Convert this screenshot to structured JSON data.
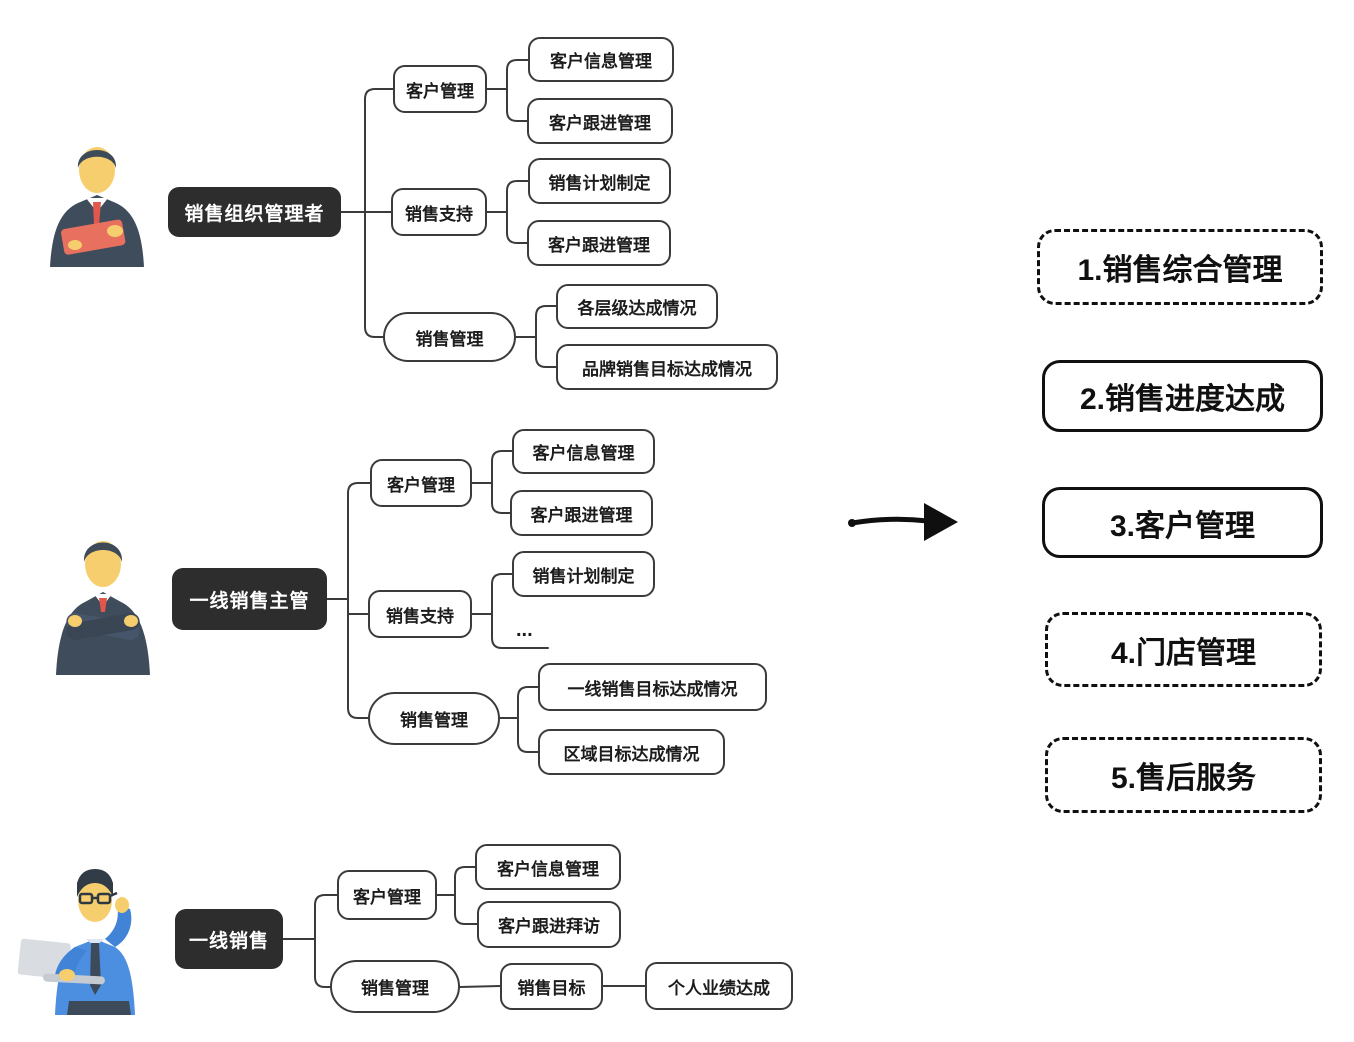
{
  "diagram": {
    "trees": [
      {
        "role": "销售组织管理者",
        "persona": "manager-with-tablet",
        "branches": [
          {
            "label": "客户管理",
            "children": [
              "客户信息管理",
              "客户跟进管理"
            ]
          },
          {
            "label": "销售支持",
            "children": [
              "销售计划制定",
              "客户跟进管理"
            ]
          },
          {
            "label": "销售管理",
            "children": [
              "各层级达成情况",
              "品牌销售目标达成情况"
            ]
          }
        ]
      },
      {
        "role": "一线销售主管",
        "persona": "supervisor-arms-crossed",
        "branches": [
          {
            "label": "客户管理",
            "children": [
              "客户信息管理",
              "客户跟进管理"
            ]
          },
          {
            "label": "销售支持",
            "children": [
              "销售计划制定",
              "..."
            ]
          },
          {
            "label": "销售管理",
            "children": [
              "一线销售目标达成情况",
              "区域目标达成情况"
            ]
          }
        ]
      },
      {
        "role": "一线销售",
        "persona": "salesperson-with-laptop",
        "branches": [
          {
            "label": "客户管理",
            "children": [
              "客户信息管理",
              "客户跟进拜访"
            ]
          },
          {
            "label": "销售管理",
            "children": [
              "销售目标"
            ],
            "grandchildren": [
              "个人业绩达成"
            ]
          }
        ]
      }
    ],
    "summary": [
      {
        "label": "1.销售综合管理",
        "border": "dashed"
      },
      {
        "label": "2.销售进度达成",
        "border": "solid"
      },
      {
        "label": "3.客户管理",
        "border": "solid"
      },
      {
        "label": "4.门店管理",
        "border": "dashed"
      },
      {
        "label": "5.售后服务",
        "border": "dashed"
      }
    ],
    "colors": {
      "node_border": "#3b3b3b",
      "connector": "#3b3b3b",
      "role_bg": "#2d2d2d",
      "role_text": "#ffffff",
      "text": "#1c1c1c",
      "arrow": "#0f0f0f",
      "skin": "#F7CE6E",
      "hair": "#3E4A57",
      "suit": "#3F4C5C",
      "tie_red": "#E2574C",
      "tablet_red": "#E8705F",
      "shirt_blue": "#4C8FE0",
      "arm_blue": "#4183D6",
      "laptop_gray": "#D9DDE1",
      "pants_gray": "#3C4A59"
    }
  }
}
